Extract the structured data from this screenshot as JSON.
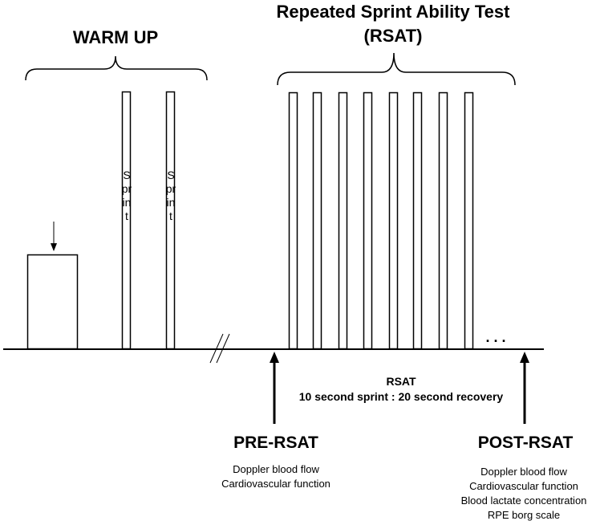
{
  "warmup": {
    "title": "WARM UP",
    "sprint_label": "Sprint"
  },
  "rsat_header": {
    "line1": "Repeated Sprint Ability Test",
    "line2": "(RSAT)"
  },
  "protocol": {
    "line1": "RSAT",
    "line2": "10 second sprint : 20 second recovery"
  },
  "ellipsis": ". . .",
  "pre": {
    "title": "PRE-RSAT",
    "measures": [
      "Doppler blood flow",
      "Cardiovascular function"
    ]
  },
  "post": {
    "title": "POST-RSAT",
    "measures": [
      "Doppler blood flow",
      "Cardiovascular function",
      "Blood lactate concentration",
      "RPE borg scale"
    ]
  }
}
